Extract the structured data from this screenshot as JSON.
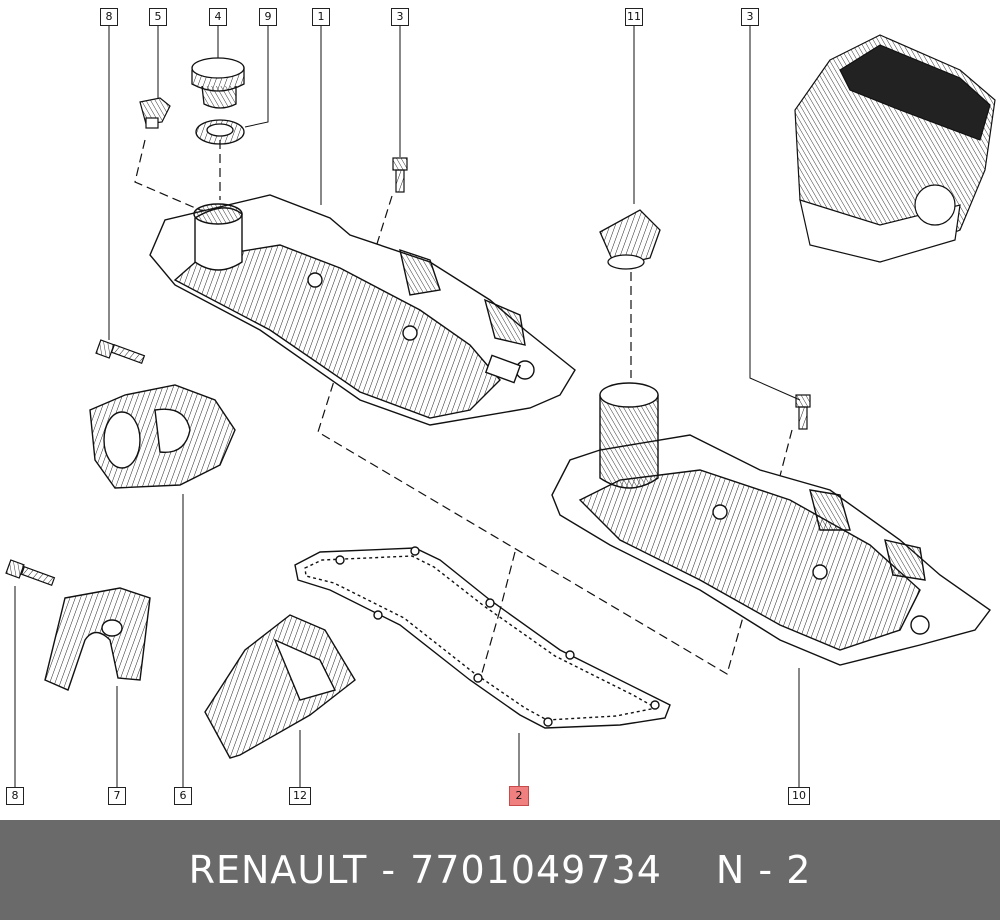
{
  "callouts": {
    "c8_top": "8",
    "c5": "5",
    "c4": "4",
    "c9": "9",
    "c1": "1",
    "c3_left": "3",
    "c11": "11",
    "c3_right": "3",
    "c8_bottom": "8",
    "c7": "7",
    "c6": "6",
    "c12": "12",
    "c2": "2",
    "c10": "10"
  },
  "footer": {
    "brand": "RENAULT",
    "dash": "-",
    "part_number": "7701049734",
    "ref": "N - 2"
  },
  "colors": {
    "footer_bg": "#6a6a6a",
    "highlight": "#f08080",
    "line": "#111111"
  }
}
